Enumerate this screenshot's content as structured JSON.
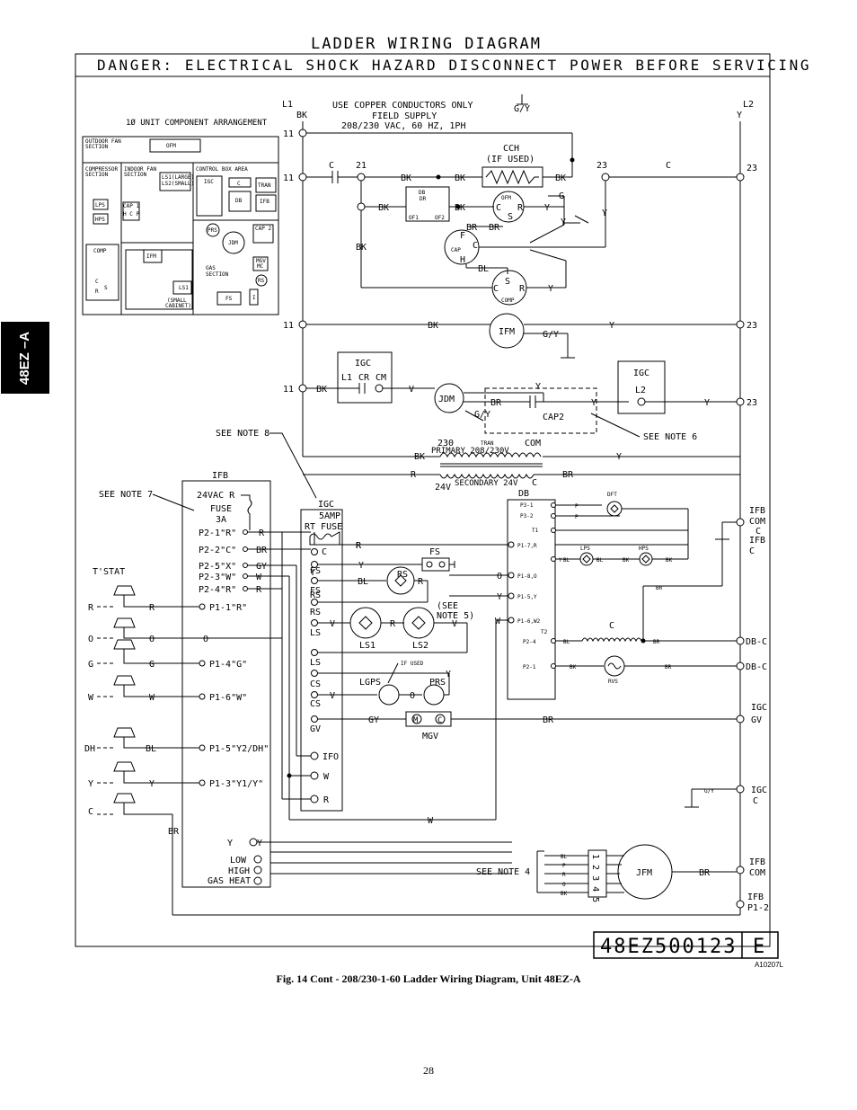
{
  "title": "LADDER WIRING DIAGRAM",
  "danger": "DANGER: ELECTRICAL SHOCK HAZARD DISCONNECT POWER BEFORE SERVICING",
  "side_tab": "48EZ –A",
  "caption": "Fig. 14 Cont - 208/230-1-60 Ladder Wiring Diagram, Unit 48EZ-A",
  "ref_code": "A10207L",
  "page_number": "28",
  "part_number": "48EZ500123",
  "revision": "E",
  "supply": {
    "line1": "USE COPPER CONDUCTORS ONLY",
    "line2": "FIELD SUPPLY",
    "line3": "208/230 VAC, 60 HZ, 1PH",
    "gnd": "G/Y"
  },
  "arrangement": {
    "title": "1Ø UNIT COMPONENT ARRANGEMENT",
    "outdoor_fan": "OUTDOOR FAN SECTION",
    "ofm": "OFM",
    "compressor": "COMPRESSOR SECTION",
    "indoor_fan": "INDOOR FAN SECTION",
    "control_box": "CONTROL BOX AREA",
    "ls1": "LS1(LARGE)",
    "ls2": "LS2(SMALL)",
    "igc": "IGC",
    "c": "C",
    "tran": "TRAN",
    "db": "DB",
    "ifb": "IFB",
    "cap1": "CAP 1",
    "hcp": "H C P",
    "lps": "LPS",
    "hps": "HPS",
    "comp": "COMP",
    "prs": "PRS",
    "jdm": "JDM",
    "cap2": "CAP 2",
    "mgv": "MGV",
    "rs": "RS",
    "ifm": "IFM",
    "gas_section": "GAS SECTION",
    "small_cabinet": "(SMALL CABINET)",
    "fs": "FS",
    "i": "I"
  },
  "labels": {
    "l1": "L1",
    "bk": "BK",
    "l2": "L2",
    "y": "Y",
    "n11": "11",
    "n21": "21",
    "n23": "23",
    "c": "C",
    "cch": "CCH",
    "if_used": "(IF USED)",
    "g": "G",
    "db": "DB",
    "dr": "DR",
    "of1": "OF1",
    "of2": "OF2",
    "ofm": "OFM",
    "s": "S",
    "f": "F",
    "cap": "CAP",
    "h": "H",
    "bl": "BL",
    "br": "BR",
    "r": "R",
    "comp": "COMP",
    "ifm": "IFM",
    "gy": "G/Y",
    "igc": "IGC",
    "cr": "CR",
    "cm": "CM",
    "v": "V",
    "jdm": "JDM",
    "cap2": "CAP2",
    "see_note_6": "SEE NOTE 6",
    "see_note_8": "SEE NOTE 8",
    "see_note_7": "SEE NOTE 7",
    "see_note_4": "SEE NOTE 4",
    "see_note_5a": "(SEE",
    "see_note_5b": "NOTE 5)",
    "tran_230": "230",
    "tran": "TRAN",
    "tran_com": "COM",
    "primary": "PRIMARY 208/230V",
    "secondary": "SECONDARY 24V",
    "v24": "24V",
    "ifb": "IFB",
    "vac24": "24VAC R",
    "fuse": "FUSE",
    "fuse3a": "3A",
    "p21r": "P2-1\"R\"",
    "p22c": "P2-2\"C\"",
    "p25x": "P2-5\"X\"",
    "p23w": "P2-3\"W\"",
    "p24r": "P2-4\"R\"",
    "gyw": "GY",
    "w": "W",
    "o": "O",
    "tstat": "T'STAT",
    "dh": "DH",
    "p11r": "P1-1\"R\"",
    "p14g": "P1-4\"G\"",
    "p16w": "P1-6\"W\"",
    "p15": "P1-5\"Y2/DH\"",
    "p13": "P1-3\"Y1/Y\"",
    "low": "LOW",
    "high": "HIGH",
    "gas_heat": "GAS HEAT",
    "amp5": "5AMP",
    "rt_fuse": "RT FUSE",
    "fs": "FS",
    "rs": "RS",
    "ls": "LS",
    "cs": "CS",
    "gv": "GV",
    "ifo": "IFO",
    "ls1": "LS1",
    "ls2": "LS2",
    "lgps": "LGPS",
    "prs": "PRS",
    "mgv": "MGV",
    "if_used2": "IF USED",
    "p31": "P3-1",
    "p32": "P3-2",
    "t1": "T1",
    "p17r": "P1-7,R",
    "p18o": "P1-8,O",
    "p15y": "P1-5,Y",
    "p16w2": "P1-6,W2",
    "p24": "P2-4",
    "t2": "T2",
    "p21": "P2-1",
    "p": "P",
    "dft": "DFT",
    "lps": "LPS",
    "hps": "HPS",
    "rvs": "RVS",
    "gyb": "GY",
    "ifb_com": "COM",
    "db_c": "DB-C",
    "igc_gv": "GV",
    "ifb_p12": "P1-2",
    "jfm": "JFM",
    "pins": "1 2 3 4 5"
  },
  "colors": {
    "line": "#000000",
    "tab": "#000000",
    "background": "#ffffff"
  }
}
